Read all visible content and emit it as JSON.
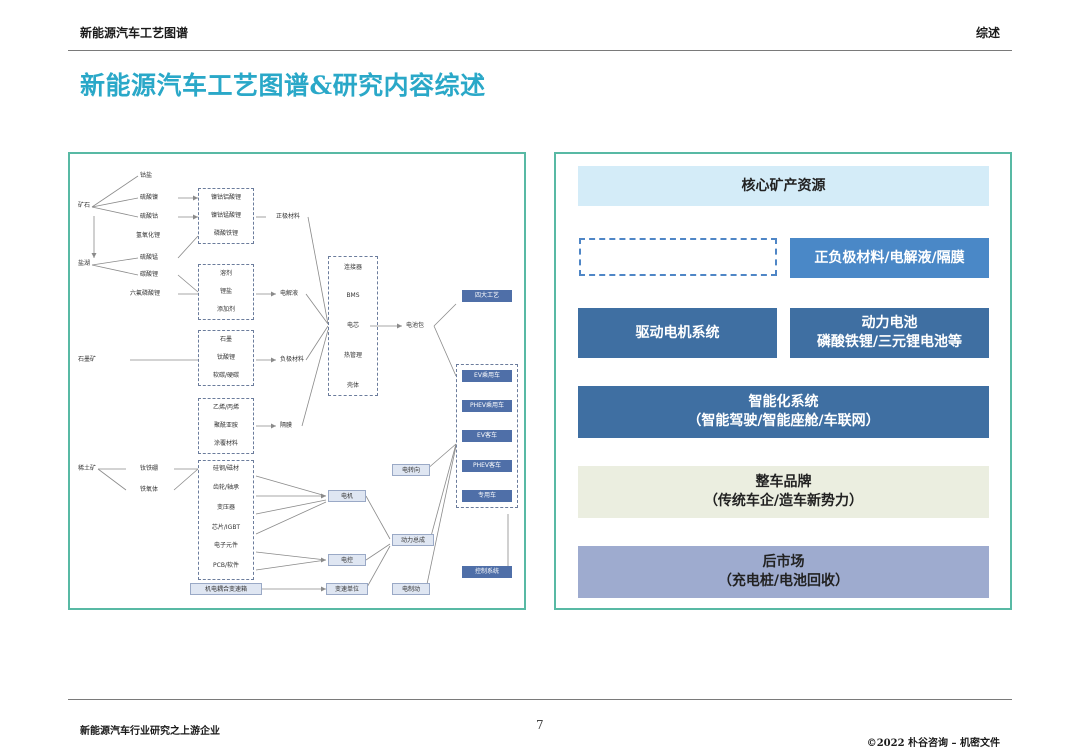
{
  "header": {
    "left": "新能源汽车工艺图谱",
    "right": "综述"
  },
  "title": "新能源汽车工艺图谱&研究内容综述",
  "flow": {
    "raw": {
      "kuangshi": "矿石",
      "yanhu": "盐湖",
      "shimokuang": "石墨矿",
      "xitukuang": "稀土矿"
    },
    "col1": {
      "gulv": "钴盐",
      "liusuannie": "硫酸镍",
      "liusuangu": "硫酸钴",
      "qingyanghualiu": "氢氧化锂",
      "liusuanmeng": "硫酸锰",
      "tansuanli": "碳酸锂",
      "liufulinsuanli": "六氟磷酸锂",
      "gutieshi": "钕铁硼",
      "tieyangti": "铁氧体"
    },
    "g1": {
      "a": "镍钴铝酸锂",
      "b": "镍钴锰酸锂",
      "c": "磷酸铁锂"
    },
    "g2": {
      "a": "溶剂",
      "b": "锂盐",
      "c": "添加剂"
    },
    "g3": {
      "a": "石墨",
      "b": "钛酸锂",
      "c": "软碳/硬碳"
    },
    "g4": {
      "a": "乙烯/丙烯",
      "b": "聚酰亚胺",
      "c": "涂覆材料"
    },
    "g5": {
      "a": "硅钢/磁材",
      "b": "齿轮/轴承",
      "c": "变压器",
      "d": "芯片/IGBT",
      "e": "电子元件",
      "f": "PCB/软件"
    },
    "mid": {
      "zhengji": "正极材料",
      "dianjieye": "电解液",
      "fuji": "负极材料",
      "gemo": "隔膜",
      "jidian": "机电耦合变速箱"
    },
    "g6": {
      "a": "连接器",
      "b": "BMS",
      "c": "电芯",
      "d": "热管理",
      "e": "壳体"
    },
    "right": {
      "dianchibao": "电池包",
      "dianji": "电机",
      "diankong": "电控",
      "biansudanwei": "变速单位",
      "dianzhuanxiang": "电转向",
      "dongli": "动力总成",
      "dianzhidong": "电制动",
      "sida": "四大工艺",
      "kongzhi": "控制系统"
    },
    "vehicles": {
      "a": "EV乘用车",
      "b": "PHEV乘用车",
      "c": "EV客车",
      "d": "PHEV客车",
      "e": "专用车"
    }
  },
  "stack": {
    "core": "核心矿产资源",
    "pos": "正负极材料/电解液/隔膜",
    "drive": "驱动电机系统",
    "batt": {
      "line1": "动力电池",
      "line2": "磷酸铁锂/三元锂电池等"
    },
    "smart": {
      "line1": "智能化系统",
      "line2": "（智能驾驶/智能座舱/车联网）"
    },
    "brand": {
      "line1": "整车品牌",
      "line2": "（传统车企/造车新势力）"
    },
    "after": {
      "line1": "后市场",
      "line2": "（充电桩/电池回收）"
    }
  },
  "footer": {
    "left": "新能源汽车行业研究之上游企业",
    "page": "7",
    "right": "©2022 朴谷咨询 – 机密文件"
  }
}
